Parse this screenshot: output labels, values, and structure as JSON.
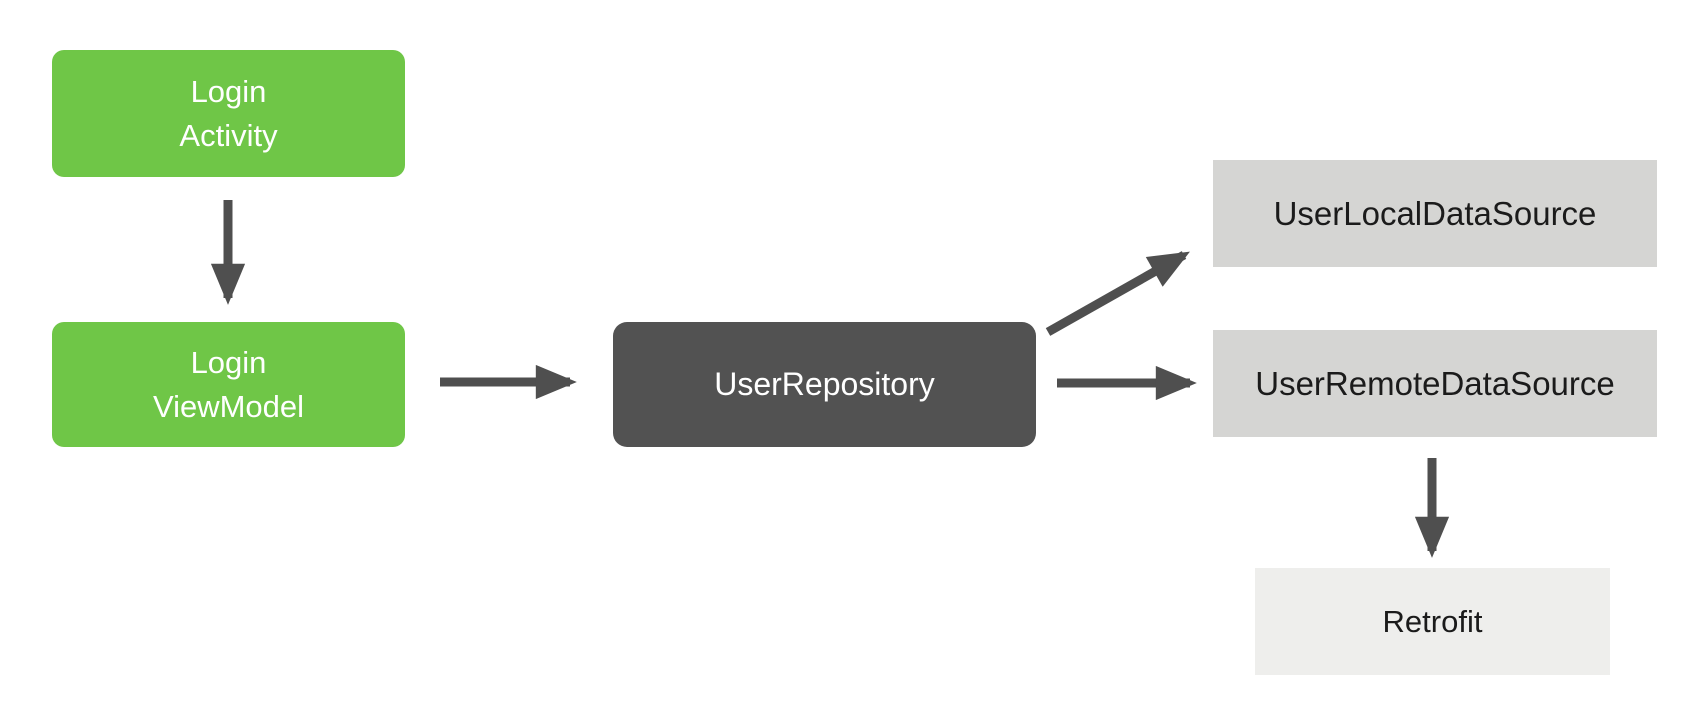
{
  "diagram": {
    "type": "architecture-flow",
    "arrow_color": "#4F4F4F",
    "background_color": "#FFFFFF",
    "nodes": {
      "login_activity": {
        "line1": "Login",
        "line2": "Activity",
        "bg": "#6FC647",
        "text_color": "#FFFFFF"
      },
      "login_viewmodel": {
        "line1": "Login",
        "line2": "ViewModel",
        "bg": "#6FC647",
        "text_color": "#FFFFFF"
      },
      "user_repository": {
        "label": "UserRepository",
        "bg": "#525252",
        "text_color": "#FFFFFF"
      },
      "user_local_datasource": {
        "label": "UserLocalDataSource",
        "bg": "#D5D5D3",
        "text_color": "#1B1B1B"
      },
      "user_remote_datasource": {
        "label": "UserRemoteDataSource",
        "bg": "#D5D5D3",
        "text_color": "#1B1B1B"
      },
      "retrofit": {
        "label": "Retrofit",
        "bg": "#EEEEEC",
        "text_color": "#1B1B1B"
      }
    },
    "edges": [
      {
        "from": "login_activity",
        "to": "login_viewmodel"
      },
      {
        "from": "login_viewmodel",
        "to": "user_repository"
      },
      {
        "from": "user_repository",
        "to": "user_local_datasource"
      },
      {
        "from": "user_repository",
        "to": "user_remote_datasource"
      },
      {
        "from": "user_remote_datasource",
        "to": "retrofit"
      }
    ]
  }
}
